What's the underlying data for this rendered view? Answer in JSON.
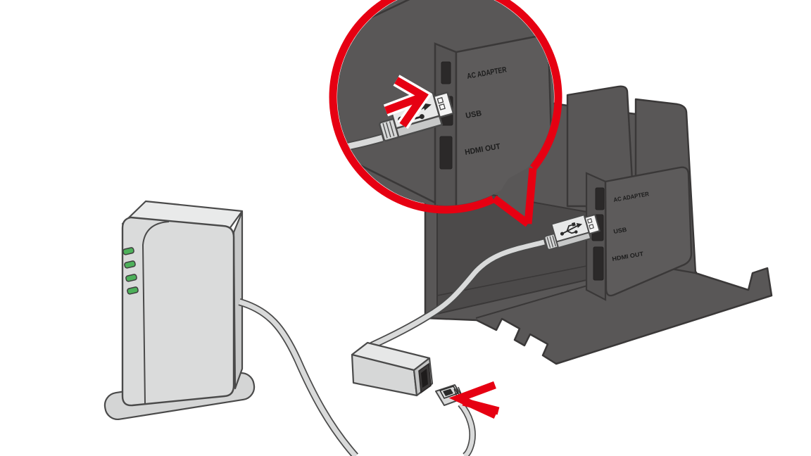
{
  "callout": {
    "labels": {
      "ac_adapter": "AC ADAPTER",
      "usb": "USB",
      "hdmi_out": "HDMI OUT"
    }
  },
  "dock_panel": {
    "labels": {
      "ac_adapter": "AC ADAPTER",
      "usb": "USB",
      "hdmi_out": "HDMI OUT"
    }
  },
  "router": {
    "led_count": 4
  },
  "icons": {
    "callout_arrow": "insert-direction-arrow",
    "plug_arrow": "insert-direction-arrow",
    "usb_logo": "usb-trident",
    "magnifier": "magnified-detail-callout"
  },
  "colors": {
    "accent_red": "#e60012",
    "dock_gray": "#595757",
    "dock_recess": "#4c4a4a",
    "port_dark": "#2b2929",
    "device_light": "#dadbdb",
    "device_top": "#e9eaea",
    "device_side": "#c7c8c8",
    "cable_gray": "#d9dada",
    "led_green": "#4db05a",
    "label_text": "#1c1c1c",
    "background": "#ffffff"
  }
}
